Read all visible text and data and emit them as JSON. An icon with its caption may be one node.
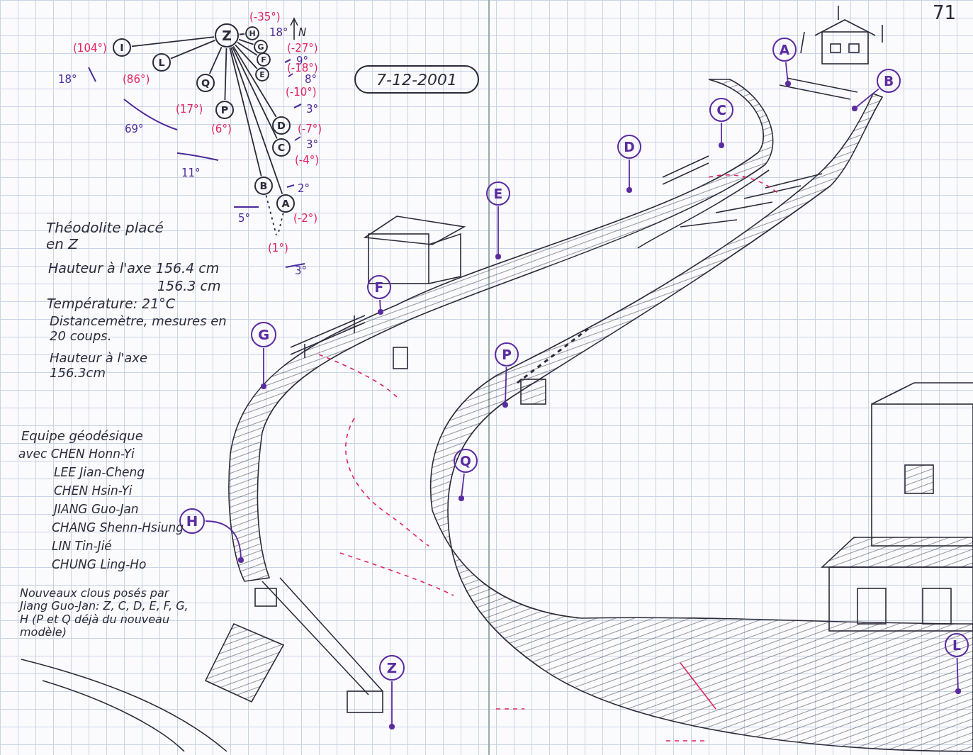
{
  "diagram": {
    "nodes": [
      {
        "text": [
          "Z"
        ]
      },
      {
        "text": [
          "I"
        ]
      },
      {
        "text": [
          "L"
        ]
      },
      {
        "text": [
          "Q"
        ]
      },
      {
        "text": [
          "P"
        ]
      },
      {
        "text": [
          "B"
        ]
      },
      {
        "text": [
          "A"
        ]
      },
      {
        "text": [
          "C"
        ]
      },
      {
        "text": [
          "D"
        ]
      },
      {
        "text": [
          "E"
        ]
      },
      {
        "text": [
          "F"
        ]
      },
      {
        "text": [
          "G"
        ]
      },
      {
        "text": [
          "H"
        ]
      },
      {
        "text": [
          "7-12-2001"
        ]
      },
      {
        "text": [
          "A"
        ]
      },
      {
        "text": [
          "B"
        ]
      },
      {
        "text": [
          "C"
        ]
      },
      {
        "text": [
          "D"
        ]
      },
      {
        "text": [
          "E"
        ]
      },
      {
        "text": [
          "F"
        ]
      },
      {
        "text": [
          "G"
        ]
      },
      {
        "text": [
          "P"
        ]
      },
      {
        "text": [
          "H"
        ]
      },
      {
        "text": [
          "Q"
        ]
      },
      {
        "text": [
          "Z"
        ]
      },
      {
        "text": [
          "L"
        ]
      }
    ],
    "edges": [
      {
        "from": 0,
        "to": 1,
        "arrow": "none"
      },
      {
        "from": 0,
        "to": 2,
        "arrow": "none"
      },
      {
        "from": 0,
        "to": 3,
        "arrow": "none"
      },
      {
        "from": 0,
        "to": 4,
        "arrow": "none"
      },
      {
        "from": 0,
        "to": 5,
        "arrow": "none"
      },
      {
        "from": 0,
        "to": 6,
        "arrow": "none"
      },
      {
        "from": 0,
        "to": 7,
        "arrow": "none"
      },
      {
        "from": 0,
        "to": 8,
        "arrow": "none"
      },
      {
        "from": 0,
        "to": 9,
        "arrow": "none"
      },
      {
        "from": 0,
        "to": 10,
        "arrow": "none"
      },
      {
        "from": 0,
        "to": 11,
        "arrow": "none"
      },
      {
        "from": 0,
        "to": 12,
        "arrow": "none"
      },
      {
        "from": 5,
        "to": null,
        "arrow": "none",
        "style": "dashed"
      },
      {
        "from": 6,
        "to": null,
        "arrow": "none",
        "style": "dashed"
      },
      {
        "from": 14,
        "to": null,
        "arrow": "other",
        "color": "#5b2ca0"
      },
      {
        "from": 15,
        "to": null,
        "arrow": "other",
        "color": "#5b2ca0"
      },
      {
        "from": 16,
        "to": null,
        "arrow": "other",
        "color": "#5b2ca0"
      },
      {
        "from": 17,
        "to": null,
        "arrow": "other",
        "color": "#5b2ca0"
      },
      {
        "from": 18,
        "to": null,
        "arrow": "other",
        "color": "#5b2ca0"
      },
      {
        "from": 19,
        "to": null,
        "arrow": "other",
        "color": "#5b2ca0"
      },
      {
        "from": 20,
        "to": null,
        "arrow": "other",
        "color": "#5b2ca0"
      },
      {
        "from": 21,
        "to": null,
        "arrow": "other",
        "color": "#5b2ca0"
      },
      {
        "from": 22,
        "to": null,
        "arrow": "other",
        "color": "#5b2ca0"
      },
      {
        "from": 23,
        "to": null,
        "arrow": "other",
        "color": "#5b2ca0"
      },
      {
        "from": 24,
        "to": null,
        "arrow": "other",
        "color": "#5b2ca0"
      },
      {
        "from": 25,
        "to": null,
        "arrow": "other",
        "color": "#5b2ca0"
      }
    ],
    "labels": [
      "(-35°)",
      "18°",
      "N",
      "(104°)",
      "(-27°)",
      "9°",
      "(-18°)",
      "18°",
      "(86°)",
      "8°",
      "(-10°)",
      "(17°)",
      "3°",
      "69°",
      "(6°)",
      "(-7°)",
      "3°",
      "(-4°)",
      "11°",
      "2°",
      "5°",
      "(-2°)",
      "(1°)",
      "3°",
      "Théodolite placé en Z",
      "Hauteur à l'axe 156.4 cm",
      "156.3 cm",
      "Température: 21°C",
      "Distancemètre, mesures en 20 coups.",
      "Hauteur à l'axe 156.3cm",
      "Equipe géodésique",
      "avec CHEN Honn-Yi",
      "LEE Jian-Cheng",
      "CHEN Hsin-Yi",
      "JIANG Guo-Jan",
      "CHANG Shenn-Hsiung",
      "LIN Tin-Jié",
      "CHUNG Ling-Ho",
      "Nouveaux clous posés par Jiang Guo-Jan: Z, C, D, E, F, G, H (P et Q déjà du nouveau modèle)",
      "71"
    ]
  }
}
